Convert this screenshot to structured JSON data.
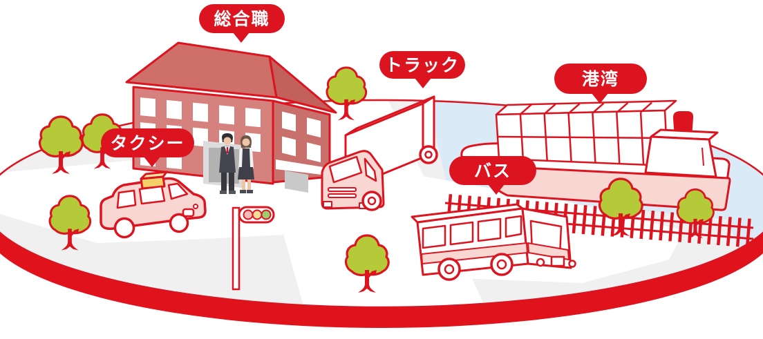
{
  "illustration": {
    "type": "isometric-job-category-map",
    "labels": {
      "sogoshoku": "総合職",
      "truck": "トラック",
      "kowan": "港湾",
      "taxi": "タクシー",
      "bus": "バス"
    },
    "icons": [
      "office-building",
      "cargo-truck",
      "container-ship",
      "taxi-car",
      "bus",
      "traffic-light",
      "tree",
      "harbor-fence",
      "water",
      "island-platform",
      "business-people"
    ],
    "colors": {
      "primary_red": "#dc1420",
      "building_wall": "#d5827e",
      "building_roof": "#ce6f6a",
      "light_pink": "#f8d6d2",
      "leaf_green": "#b5ca39",
      "water_blue": "#daeaf6",
      "ground_gray": "#f0f0f1",
      "road_white": "#ffffff",
      "taxi_sign_yellow": "#f4d06b"
    }
  }
}
